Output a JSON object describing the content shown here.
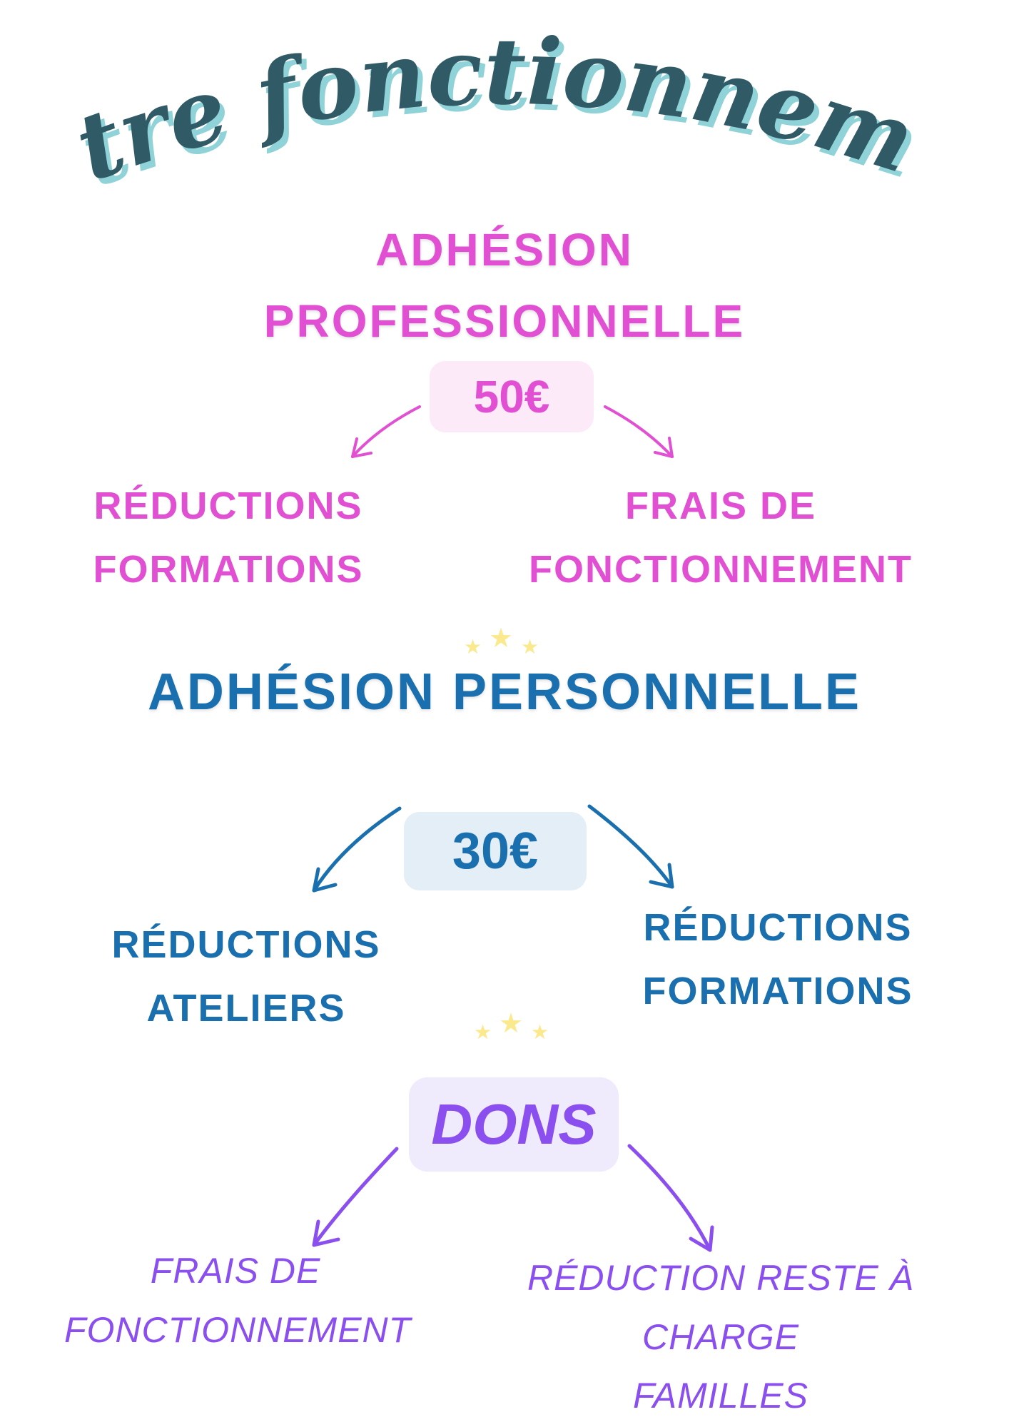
{
  "title": "Notre fonctionnement",
  "colors": {
    "title": "#2f5a66",
    "title_shadow": "#8fd3d8",
    "pink": "#e14fd3",
    "blue": "#1a6fae",
    "purple": "#8a4fee",
    "star": "#fbe98e"
  },
  "professional": {
    "title_line1": "ADHÉSION",
    "title_line2": "PROFESSIONNELLE",
    "price": "50€",
    "left": {
      "line1": "RÉDUCTIONS",
      "line2": "FORMATIONS"
    },
    "right": {
      "line1": "FRAIS DE",
      "line2": "FONCTIONNEMENT"
    }
  },
  "personal": {
    "title": "ADHÉSION PERSONNELLE",
    "price": "30€",
    "left": {
      "line1": "RÉDUCTIONS",
      "line2": "ATELIERS"
    },
    "right": {
      "line1": "RÉDUCTIONS",
      "line2": "FORMATIONS"
    }
  },
  "donations": {
    "title": "DONS",
    "left": {
      "line1": "FRAIS DE",
      "line2": "FONCTIONNEMENT"
    },
    "right": {
      "line1": "RÉDUCTION RESTE À CHARGE",
      "line2": "FAMILLES"
    }
  },
  "icons": [
    "star-icon",
    "arrow-icon"
  ]
}
